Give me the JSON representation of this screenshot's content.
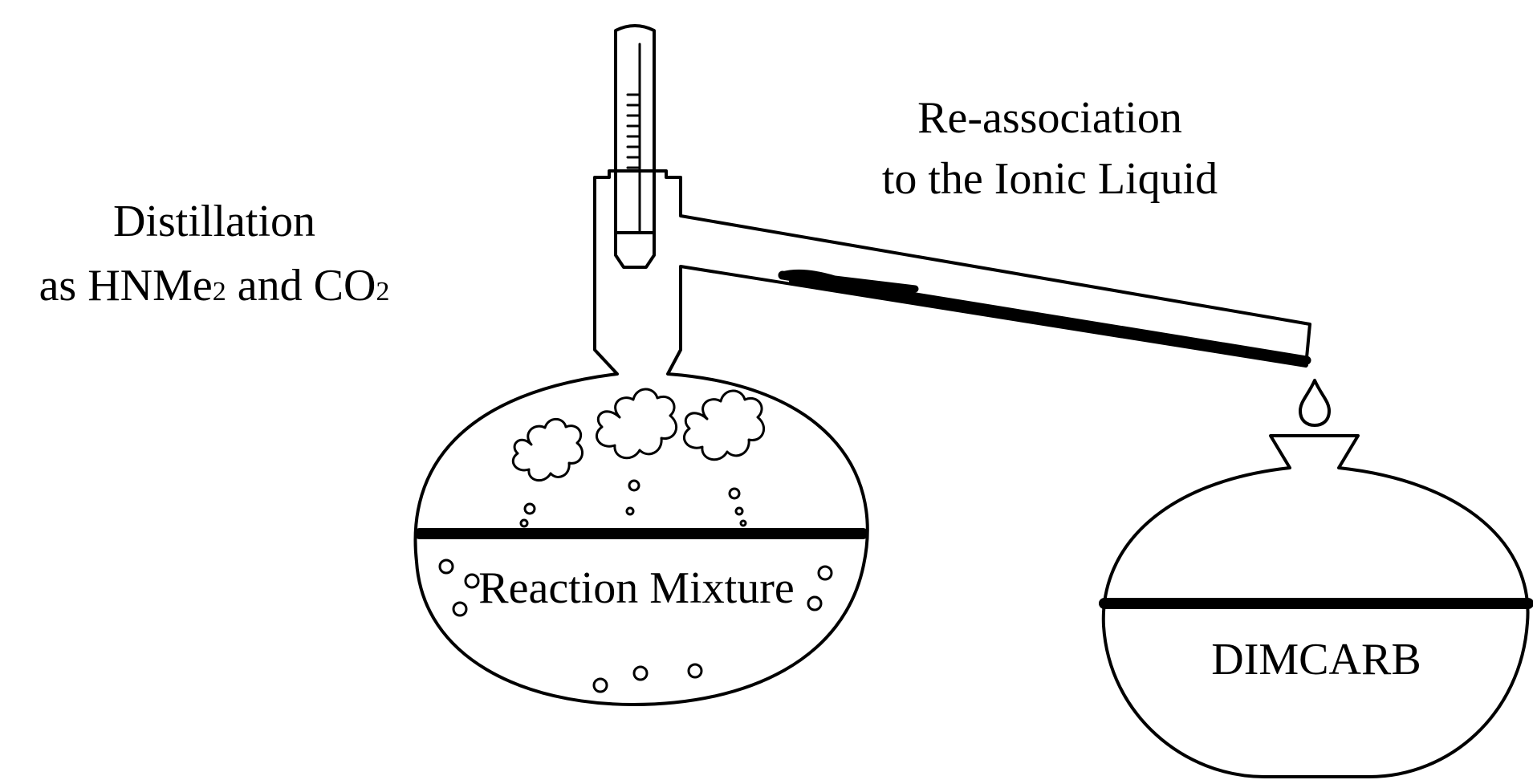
{
  "labels": {
    "distillation_line1": "Distillation",
    "distillation_line2_prefix": "as HNMe",
    "subscript_two": "2",
    "distillation_line2_mid": " and CO",
    "reassociation_line1": "Re-association",
    "reassociation_line2": "to the Ionic Liquid",
    "reaction_mixture": "Reaction Mixture",
    "dimcarb": "DIMCARB"
  },
  "colors": {
    "ink": "#000000",
    "background": "#ffffff"
  }
}
